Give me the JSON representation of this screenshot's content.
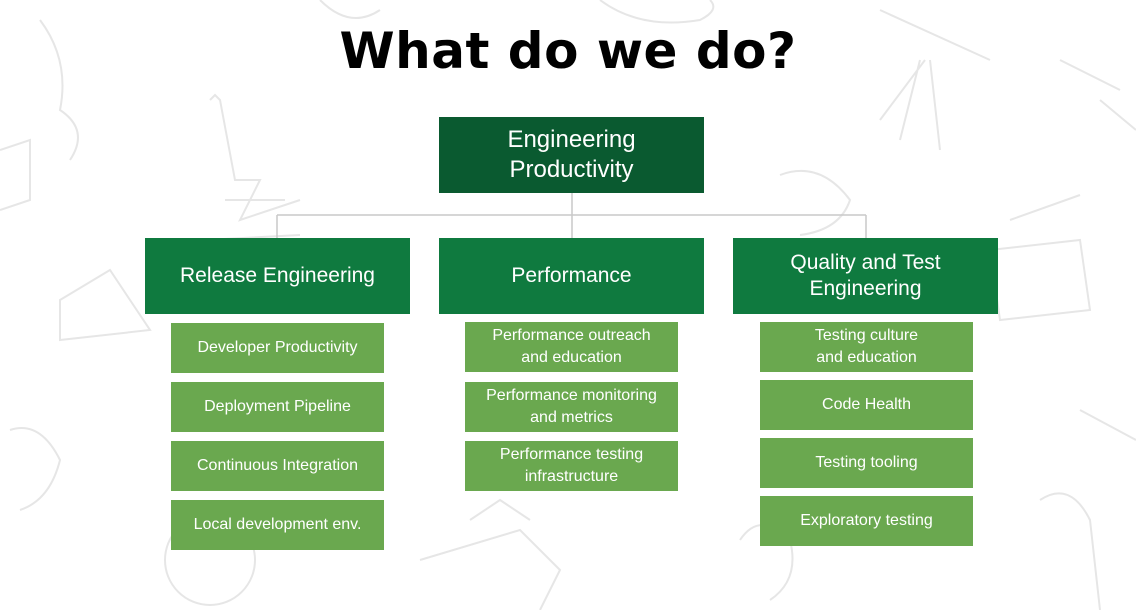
{
  "title": "What do we do?",
  "root": {
    "label": "Engineering\nProductivity"
  },
  "categories": [
    {
      "label": "Release Engineering",
      "items": [
        "Developer Productivity",
        "Deployment Pipeline",
        "Continuous Integration",
        "Local development env."
      ]
    },
    {
      "label": "Performance",
      "items": [
        "Performance outreach\nand education",
        "Performance monitoring\nand metrics",
        "Performance testing\ninfrastructure"
      ]
    },
    {
      "label": "Quality and Test\nEngineering",
      "items": [
        "Testing culture\nand education",
        "Code Health",
        "Testing tooling",
        "Exploratory testing"
      ]
    }
  ],
  "colors": {
    "root": "#0a5a30",
    "category": "#0f7a3f",
    "item": "#6aa84f",
    "connector": "#c8c8c8"
  }
}
